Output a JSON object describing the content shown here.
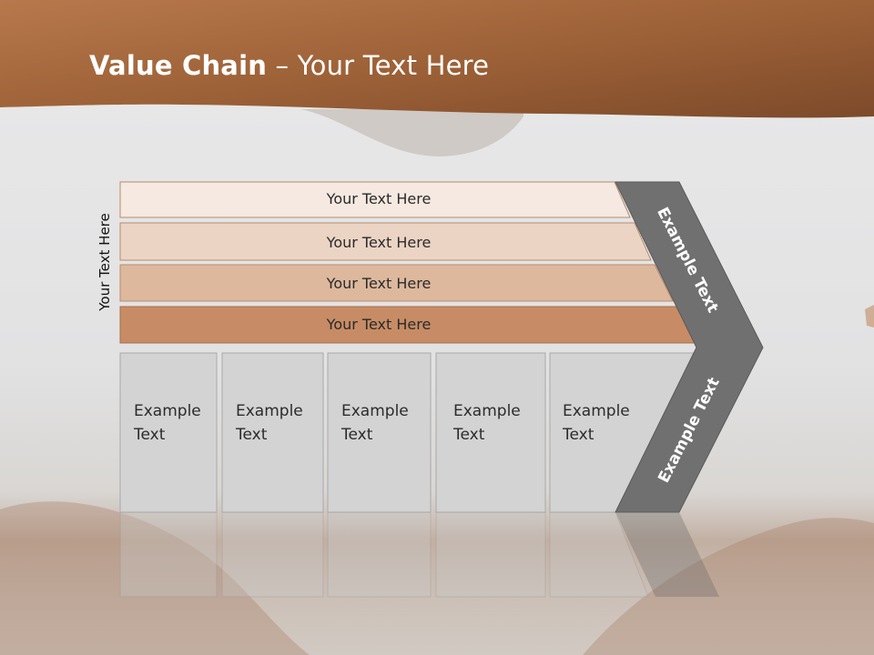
{
  "title": {
    "bold": "Value Chain",
    "rest": " – Your Text Here"
  },
  "side_label": "Your Text Here",
  "bands": [
    {
      "label": "Your Text Here",
      "color": "#f5e9e1"
    },
    {
      "label": "Your Text Here",
      "color": "#ebd4c4"
    },
    {
      "label": "Your Text Here",
      "color": "#ddb89d"
    },
    {
      "label": "Your Text Here",
      "color": "#c78c65"
    }
  ],
  "columns": [
    {
      "line1": "Example",
      "line2": "Text"
    },
    {
      "line1": "Example",
      "line2": "Text"
    },
    {
      "line1": "Example",
      "line2": "Text"
    },
    {
      "line1": "Example",
      "line2": "Text"
    },
    {
      "line1": "Example",
      "line2": "Text"
    }
  ],
  "chevron": {
    "upper": "Example Text",
    "lower": "Example Text",
    "color": "#707070"
  },
  "colors": {
    "header": "#a8683f",
    "column_fill": "#d3d3d3"
  }
}
